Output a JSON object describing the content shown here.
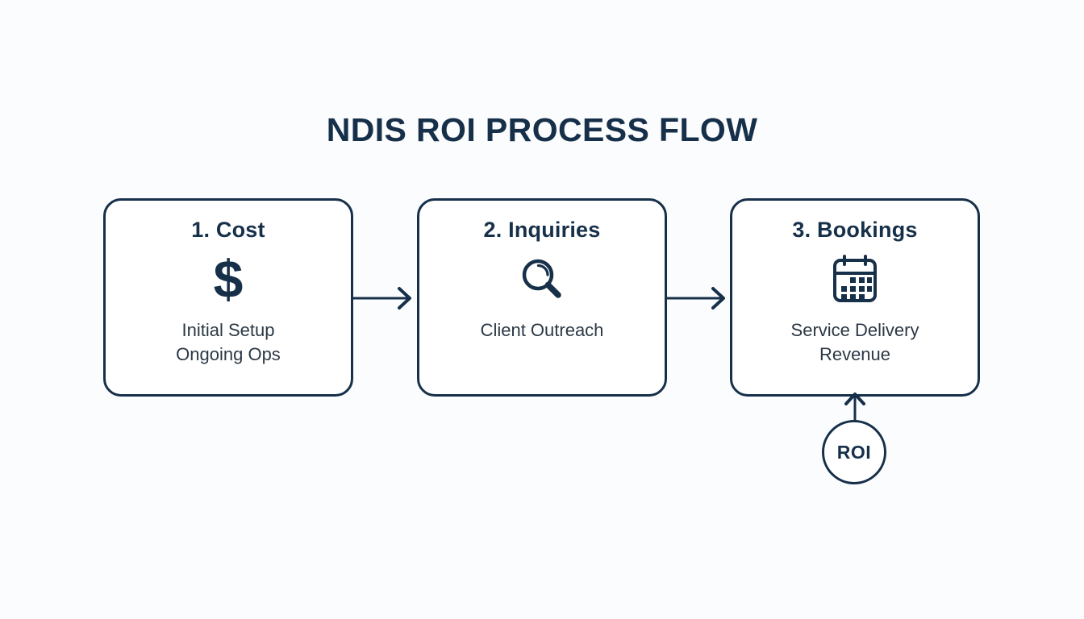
{
  "page": {
    "title": "NDIS ROI PROCESS FLOW",
    "background_color": "#fbfcfe",
    "accent_color": "#17304a",
    "text_color": "#2b3845"
  },
  "steps": [
    {
      "heading": "1. Cost",
      "icon": "dollar-sign-icon",
      "icon_glyph": "$",
      "caption_lines": [
        "Initial Setup",
        "Ongoing Ops"
      ]
    },
    {
      "heading": "2. Inquiries",
      "icon": "magnifying-glass-icon",
      "icon_glyph": "",
      "caption_lines": [
        "Client Outreach"
      ]
    },
    {
      "heading": "3. Bookings",
      "icon": "calendar-icon",
      "icon_glyph": "",
      "caption_lines": [
        "Service Delivery",
        "Revenue"
      ]
    }
  ],
  "connectors": [
    {
      "name": "arrow-cost-to-inquiries",
      "direction": "right"
    },
    {
      "name": "arrow-inquiries-to-bookings",
      "direction": "right"
    }
  ],
  "feedback": {
    "label": "ROI",
    "arrow_direction": "up",
    "target": "3. Bookings"
  }
}
